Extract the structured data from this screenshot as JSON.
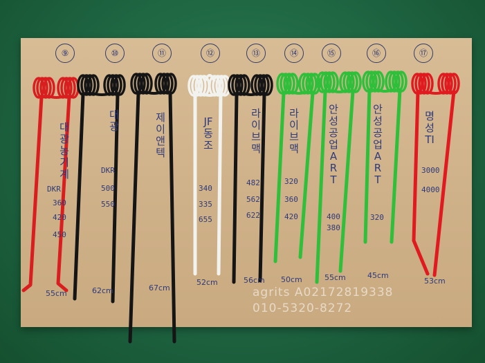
{
  "board": {
    "items": [
      {
        "number": "⑨",
        "name": "대광농기계",
        "lines": [
          "DKR",
          "360",
          "420",
          "450"
        ],
        "length": "55cm",
        "color": "#d81e1e"
      },
      {
        "number": "⑩",
        "name": "대광",
        "lines": [
          "DKR",
          "500",
          "550"
        ],
        "length": "62cm",
        "color": "#151515"
      },
      {
        "number": "⑪",
        "name": "제이앤텍",
        "lines": [],
        "length": "67cm",
        "color": "#151515"
      },
      {
        "number": "⑫",
        "name": "JF동조",
        "lines": [
          "340",
          "335",
          "655"
        ],
        "length": "52cm",
        "color": "#f2f2ee"
      },
      {
        "number": "⑬",
        "name": "라이브맥",
        "lines": [
          "482",
          "562",
          "622"
        ],
        "length": "56cm",
        "color": "#151515"
      },
      {
        "number": "⑭",
        "name": "라이브맥",
        "lines": [
          "320",
          "360",
          "420"
        ],
        "length": "50cm",
        "color": "#2fbf3a"
      },
      {
        "number": "⑮",
        "name": "안성공업ART",
        "lines": [
          "400",
          "380"
        ],
        "length": "55cm",
        "color": "#2fbf3a"
      },
      {
        "number": "⑯",
        "name": "안성공업ART",
        "lines": [
          "320"
        ],
        "length": "45cm",
        "color": "#2fbf3a"
      },
      {
        "number": "⑰",
        "name": "명성TI",
        "lines": [
          "3000",
          "4000"
        ],
        "length": "53cm",
        "color": "#e01b20"
      }
    ]
  },
  "watermark": {
    "line1": "agrits A02172819338",
    "line2": "010-5320-8272"
  }
}
